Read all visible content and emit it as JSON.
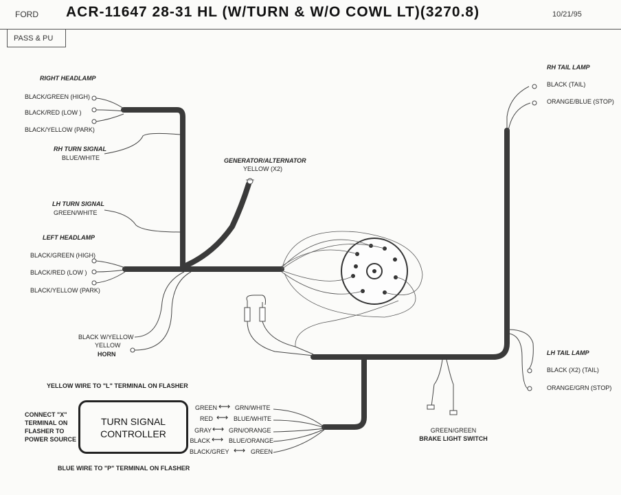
{
  "header": {
    "brand": "FORD",
    "title": "ACR-11647   28-31 HL (W/TURN & W/O COWL LT)(3270.8)",
    "date": "10/21/95",
    "model": "PASS & PU"
  },
  "right_headlamp": {
    "heading": "RIGHT HEADLAMP",
    "wires": [
      "BLACK/GREEN (HIGH)",
      "BLACK/RED (LOW )",
      "BLACK/YELLOW (PARK)"
    ]
  },
  "rh_turn_signal": {
    "heading": "RH TURN SIGNAL",
    "wire": "BLUE/WHITE"
  },
  "generator": {
    "heading": "GENERATOR/ALTERNATOR",
    "wire": "YELLOW (X2)"
  },
  "lh_turn_signal": {
    "heading": "LH TURN SIGNAL",
    "wire": "GREEN/WHITE"
  },
  "left_headlamp": {
    "heading": "LEFT HEADLAMP",
    "wires": [
      "BLACK/GREEN (HIGH)",
      "BLACK/RED (LOW )",
      "BLACK/YELLOW (PARK)"
    ]
  },
  "horn": {
    "lines": [
      "BLACK W/YELLOW",
      "YELLOW",
      "HORN"
    ]
  },
  "rh_tail_lamp": {
    "heading": "RH TAIL LAMP",
    "wires": [
      "BLACK (TAIL)",
      "ORANGE/BLUE (STOP)"
    ]
  },
  "lh_tail_lamp": {
    "heading": "LH TAIL LAMP",
    "wires": [
      "BLACK (X2) (TAIL)",
      "ORANGE/GRN (STOP)"
    ]
  },
  "brake_switch": {
    "lines": [
      "GREEN/GREEN",
      "BRAKE LIGHT SWITCH"
    ]
  },
  "flasher": {
    "yellow_note": "YELLOW WIRE TO \"L\" TERMINAL ON FLASHER",
    "blue_note": "BLUE WIRE TO \"P\" TERMINAL ON FLASHER",
    "connect_note": [
      "CONNECT \"X\"",
      "TERMINAL ON",
      "FLASHER TO",
      "POWER SOURCE"
    ]
  },
  "controller": {
    "label_line1": "TURN SIGNAL",
    "label_line2": "CONTROLLER"
  },
  "connections": [
    {
      "from": "GREEN",
      "to": "GRN/WHITE"
    },
    {
      "from": "RED",
      "to": "BLUE/WHITE"
    },
    {
      "from": "GRAY",
      "to": "GRN/ORANGE"
    },
    {
      "from": "BLACK",
      "to": "BLUE/ORANGE"
    },
    {
      "from": "BLACK/GREY",
      "to": "GREEN"
    }
  ],
  "arrow_symbol": "⟷"
}
